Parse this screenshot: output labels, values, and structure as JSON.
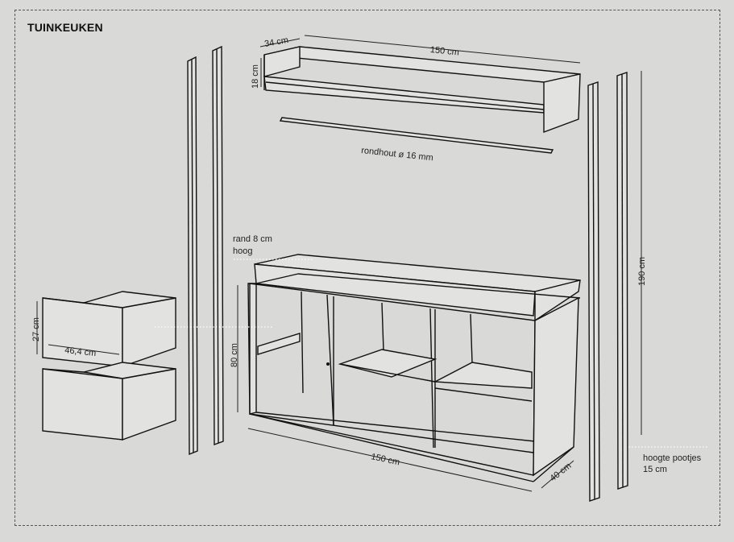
{
  "title": "TUINKEUKEN",
  "dimensions": {
    "shelf_depth": "34 cm",
    "shelf_width": "150 cm",
    "shelf_height": "18 cm",
    "rod": "rondhout ø 16 mm",
    "rim_line1": "rand 8 cm",
    "rim_line2": "hoog",
    "post_height": "190 cm",
    "drawer_height": "27 cm",
    "drawer_width": "46,4 cm",
    "cabinet_height": "80 cm",
    "cabinet_width": "150 cm",
    "cabinet_depth": "40 cm",
    "legs_line1": "hoogte pootjes",
    "legs_line2": "15 cm"
  }
}
